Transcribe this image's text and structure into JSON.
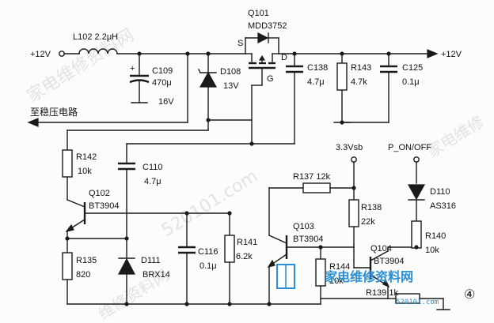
{
  "nets": {
    "vin": "+12V",
    "vout": "+12V",
    "regulator": "至稳压电路",
    "vsb": "3.3Vsb",
    "pon": "P_ON/OFF"
  },
  "components": {
    "L102": "L102 2.2μH",
    "Q101": "Q101",
    "Q101_part": "MDD3752",
    "Q101_S": "S",
    "Q101_D": "D",
    "Q101_G": "G",
    "C109": "C109",
    "C109_val": "470μ",
    "C109_v": "16V",
    "C109_pol": "+",
    "D108": "D108",
    "D108_val": "13V",
    "C138": "C138",
    "C138_val": "4.7μ",
    "R143": "R143",
    "R143_val": "4.7k",
    "C125": "C125",
    "C125_val": "0.1μ",
    "R142": "R142",
    "R142_val": "10k",
    "C110": "C110",
    "C110_val": "4.7μ",
    "Q102": "Q102",
    "Q102_part": "BT3904",
    "R135": "R135",
    "R135_val": "820",
    "D111": "D111",
    "D111_val": "BRX14",
    "C116": "C116",
    "C116_val": "0.1μ",
    "R141": "R141",
    "R141_val": "6.2k",
    "R137": "R137 12k",
    "Q103": "Q103",
    "Q103_part": "BT3904",
    "R138": "R138",
    "R138_val": "22k",
    "R144": "R144",
    "R144_val": "10k",
    "Q104": "Q104",
    "Q104_part": "BT3904",
    "R139": "R139 1k",
    "D110": "D110",
    "D110_val": "AS316",
    "R140": "R140",
    "R140_val": "10k"
  },
  "figure_number": "④",
  "watermarks": {
    "w1": "家电维修资料网",
    "w2": "520101.com",
    "w3": "家电维修",
    "w4": "维修资料网"
  },
  "logo": {
    "text": "家电维修资料网",
    "url": "520101.com"
  }
}
